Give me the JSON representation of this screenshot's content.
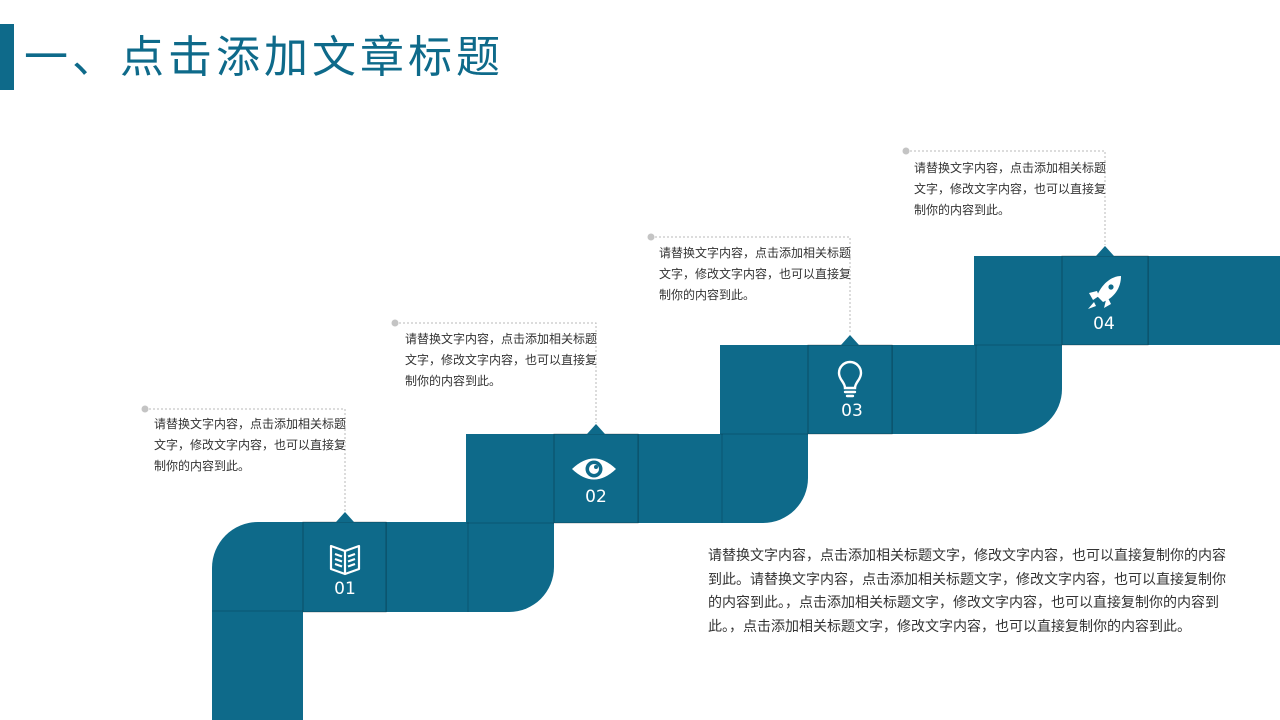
{
  "header": {
    "title": "一、点击添加文章标题"
  },
  "colors": {
    "primary": "#0e6a8a",
    "callout_line": "#b9b9b9",
    "text": "#333333"
  },
  "steps": [
    {
      "number": "01",
      "icon": "book-icon",
      "text": "请替换文字内容，点击添加相关标题文字，修改文字内容，也可以直接复制你的内容到此。"
    },
    {
      "number": "02",
      "icon": "eye-icon",
      "text": "请替换文字内容，点击添加相关标题文字，修改文字内容，也可以直接复制你的内容到此。"
    },
    {
      "number": "03",
      "icon": "lightbulb-icon",
      "text": "请替换文字内容，点击添加相关标题文字，修改文字内容，也可以直接复制你的内容到此。"
    },
    {
      "number": "04",
      "icon": "rocket-icon",
      "text": "请替换文字内容，点击添加相关标题文字，修改文字内容，也可以直接复制你的内容到此。"
    }
  ],
  "body": {
    "text": "请替换文字内容，点击添加相关标题文字，修改文字内容，也可以直接复制你的内容到此。请替换文字内容，点击添加相关标题文字，修改文字内容，也可以直接复制你的内容到此。，点击添加相关标题文字，修改文字内容，也可以直接复制你的内容到此。，点击添加相关标题文字，修改文字内容，也可以直接复制你的内容到此。"
  }
}
